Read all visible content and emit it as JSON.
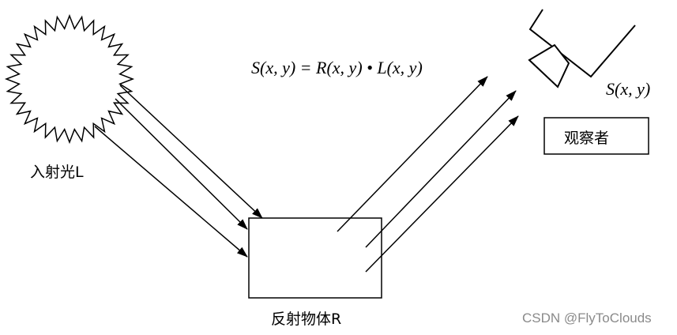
{
  "labels": {
    "incident_light": "入射光L",
    "reflecting_object": "反射物体R",
    "observer": "观察者",
    "formula": "S(x, y) = R(x, y) • L(x, y)",
    "observed_image": "S(x, y)"
  },
  "watermark": "CSDN @FlyToClouds",
  "colors": {
    "stroke": "#000000",
    "watermark": "#8a8a8a",
    "background": "#ffffff"
  }
}
